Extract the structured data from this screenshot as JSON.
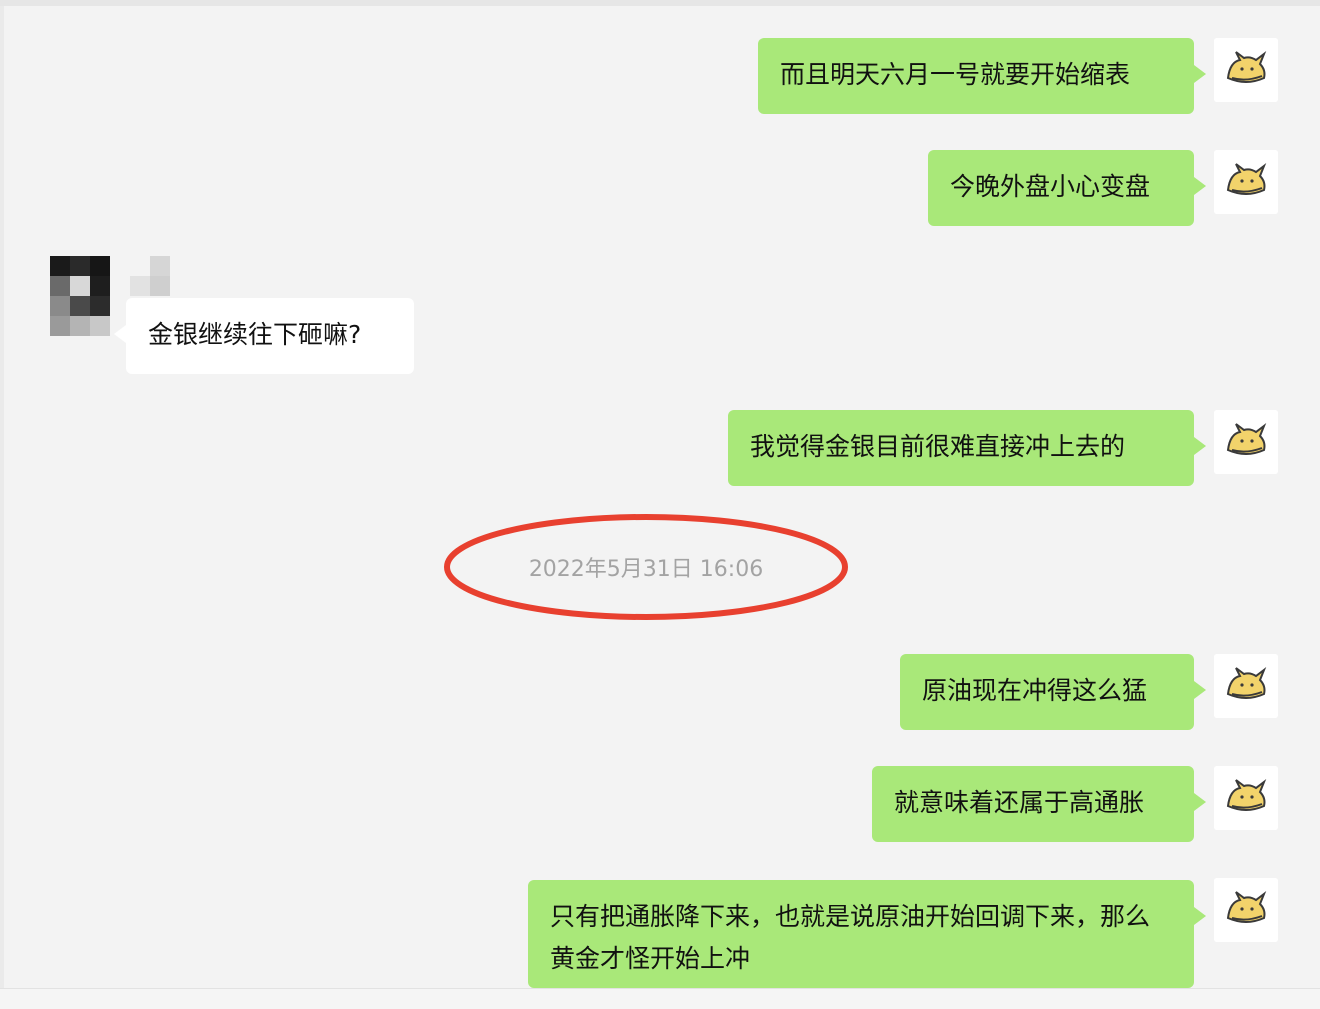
{
  "messages": [
    {
      "id": "m1",
      "side": "me",
      "text": "而且明天六月一号就要开始缩表"
    },
    {
      "id": "m2",
      "side": "me",
      "text": "今晚外盘小心变盘"
    },
    {
      "id": "m3",
      "side": "other",
      "text": "金银继续往下砸嘛?"
    },
    {
      "id": "m4",
      "side": "me",
      "text": "我觉得金银目前很难直接冲上去的"
    },
    {
      "id": "m5",
      "side": "me",
      "text": "原油现在冲得这么猛"
    },
    {
      "id": "m6",
      "side": "me",
      "text": "就意味着还属于高通胀"
    },
    {
      "id": "m7",
      "side": "me",
      "text": "只有把通胀降下来，也就是说原油开始回调下来，那么黄金才怪开始上冲"
    }
  ],
  "timestamp": "2022年5月31日 16:06",
  "colors": {
    "my_bubble": "#a9e879",
    "other_bubble": "#ffffff",
    "annotation_circle": "#e8402f",
    "timestamp_text": "#a3a3a3"
  },
  "icons": {
    "my_avatar": "yellow-cartoon-avatar-icon",
    "other_avatar": "pixelated-avatar-icon"
  }
}
